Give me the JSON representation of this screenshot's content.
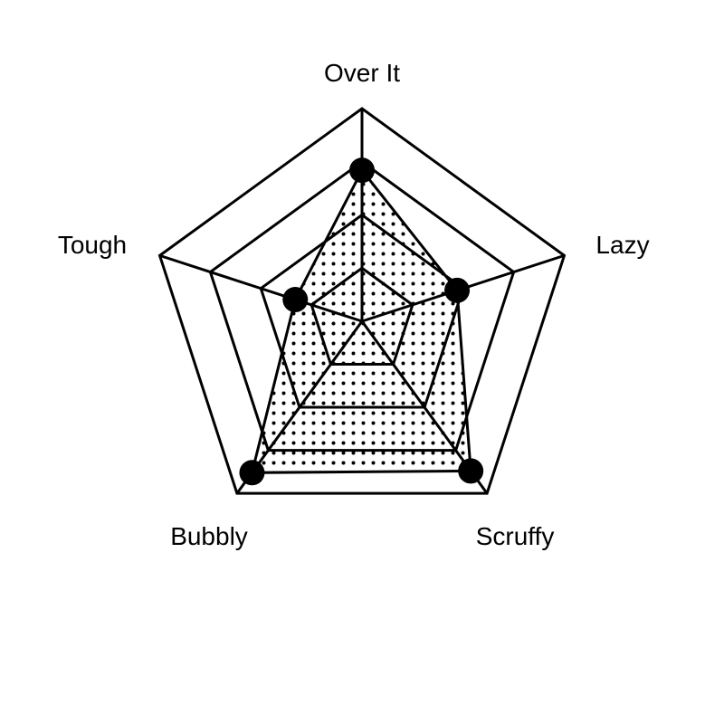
{
  "chart_data": {
    "type": "radar",
    "title": "",
    "axes": [
      "Over It",
      "Lazy",
      "Scruffy",
      "Bubbly",
      "Tough"
    ],
    "series": [
      {
        "values": [
          0.71,
          0.47,
          0.87,
          0.88,
          0.33
        ]
      }
    ],
    "range": [
      0,
      1
    ],
    "rings": 4,
    "grid": true,
    "legend": "none",
    "colors": {
      "line": "#000000",
      "marker": "#000000",
      "fill_pattern": "dotted",
      "background": "#ffffff"
    }
  }
}
